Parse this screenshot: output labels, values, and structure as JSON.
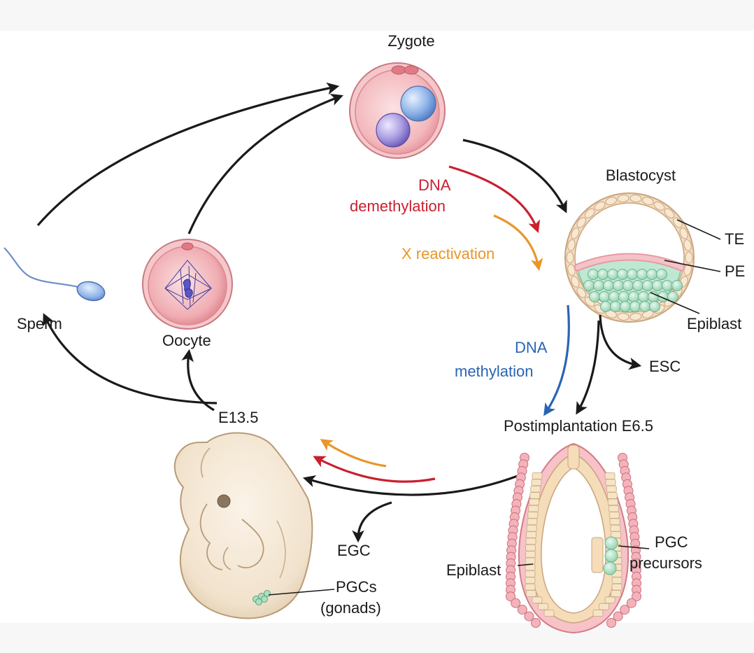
{
  "labels": {
    "zygote": "Zygote",
    "blastocyst": "Blastocyst",
    "te": "TE",
    "pe": "PE",
    "epiblast_blastocyst": "Epiblast",
    "esc": "ESC",
    "dna_demethylation_line1": "DNA",
    "dna_demethylation_line2": "demethylation",
    "x_reactivation": "X reactivation",
    "dna_methylation_line1": "DNA",
    "dna_methylation_line2": "methylation",
    "postimplantation": "Postimplantation E6.5",
    "epiblast_post": "Epiblast",
    "pgc_precursors_line1": "PGC",
    "pgc_precursors_line2": "precursors",
    "e135": "E13.5",
    "egc": "EGC",
    "pgcs_line1": "PGCs",
    "pgcs_line2": "(gonads)",
    "sperm": "Sperm",
    "oocyte": "Oocyte"
  },
  "colors": {
    "black_arrow": "#1a1a1a",
    "demethylation": "#c8202e",
    "x_reactivation": "#e8962a",
    "methylation": "#2a64b4",
    "cell_pink": "#f0a9ad",
    "nucleus_blue": "#8fb4e8",
    "epiblast_green": "#a8e0c0",
    "embryo_cream": "#f3e6d2"
  },
  "icons": {
    "zygote": "zygote-cell-icon",
    "blastocyst": "blastocyst-icon",
    "egg_cylinder": "egg-cylinder-icon",
    "embryo": "embryo-e13-icon",
    "sperm": "sperm-icon",
    "oocyte": "oocyte-icon"
  }
}
